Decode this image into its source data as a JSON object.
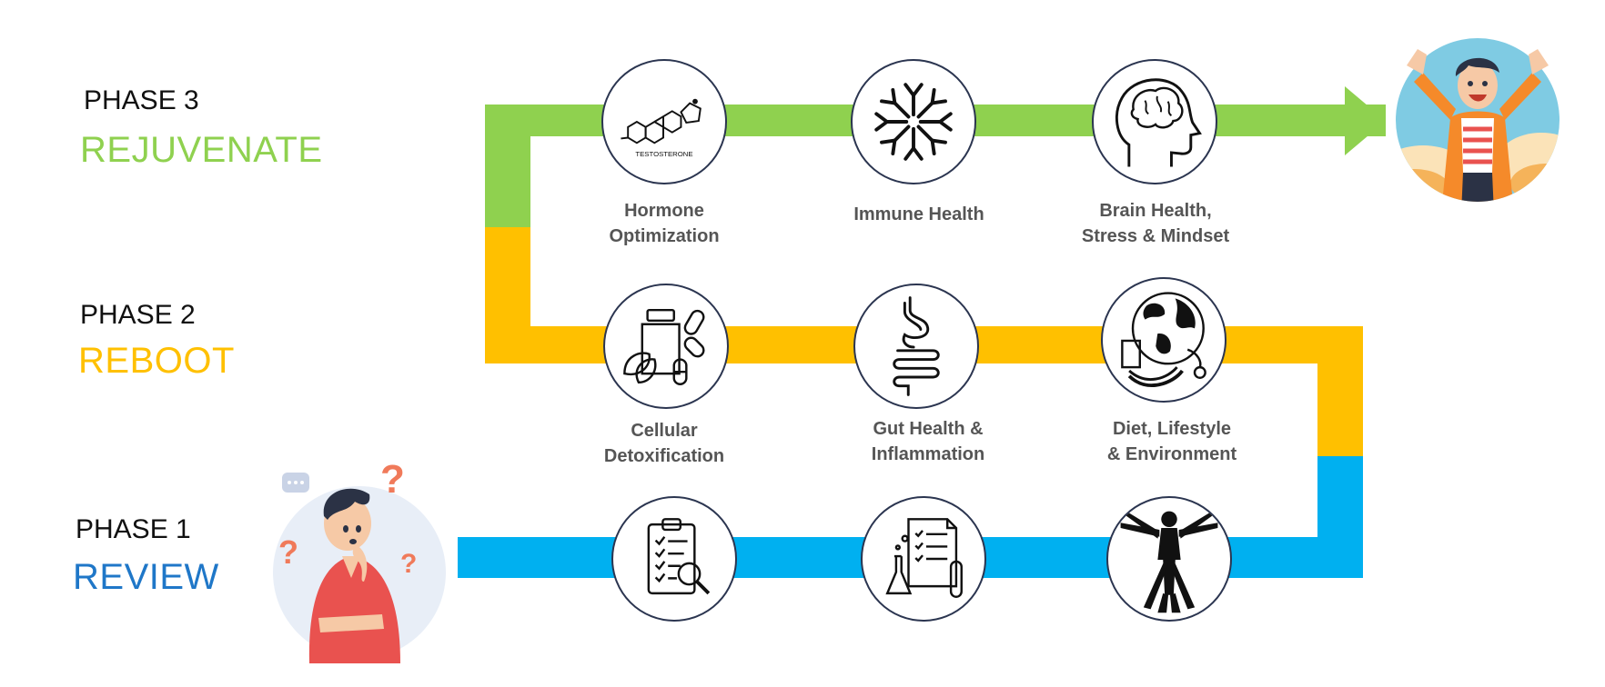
{
  "colors": {
    "green": "#8fd14f",
    "yellow": "#ffc000",
    "blue": "#00b0f0",
    "rejuvenate_text": "#8fd14f",
    "reboot_text": "#ffc000",
    "review_text": "#1f77c8"
  },
  "phases": [
    {
      "number": "PHASE 3",
      "name": "REJUVENATE"
    },
    {
      "number": "PHASE 2",
      "name": "REBOOT"
    },
    {
      "number": "PHASE 1",
      "name": "REVIEW"
    }
  ],
  "phase3_steps": [
    {
      "icon": "testosterone-molecule-icon",
      "icon_text": "TESTOSTERONE",
      "line1": "Hormone",
      "line2": "Optimization"
    },
    {
      "icon": "immune-antibody-icon",
      "line1": "Immune Health",
      "line2": ""
    },
    {
      "icon": "brain-head-icon",
      "line1": "Brain Health,",
      "line2": "Stress & Mindset"
    }
  ],
  "phase2_steps": [
    {
      "icon": "supplements-icon",
      "line1": "Cellular",
      "line2": "Detoxification"
    },
    {
      "icon": "stomach-intestine-icon",
      "line1": "Gut Health &",
      "line2": "Inflammation"
    },
    {
      "icon": "globe-lifestyle-icon",
      "line1": "Diet, Lifestyle",
      "line2": "& Environment"
    }
  ],
  "phase1_steps": [
    {
      "icon": "clipboard-search-icon"
    },
    {
      "icon": "lab-report-icon"
    },
    {
      "icon": "vitruvian-man-icon"
    }
  ]
}
